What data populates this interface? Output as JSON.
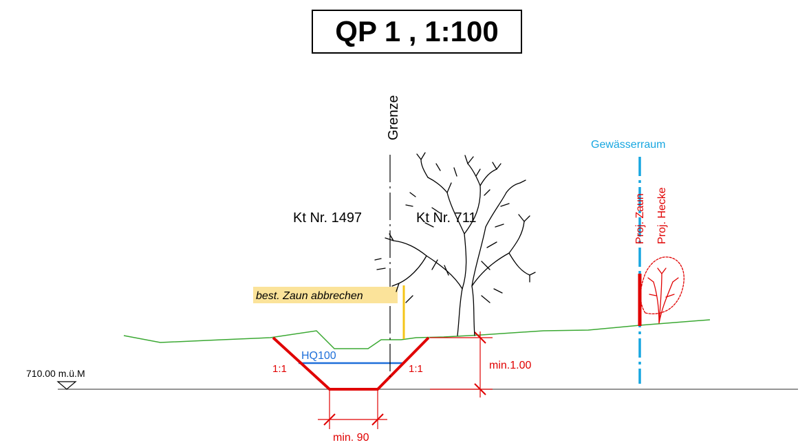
{
  "title": "QP 1 , 1:100",
  "labels": {
    "grenze": "Grenze",
    "parcel_left": "Kt Nr. 1497",
    "parcel_right": "Kt Nr. 711",
    "gewaesserraum": "Gewässerraum",
    "proj_zaun": "Proj. Zaun",
    "proj_hecke": "Proj. Hecke",
    "zaun_abbrechen": "best. Zaun abbrechen",
    "hq100": "HQ100",
    "slope_left": "1:1",
    "slope_right": "1:1",
    "min_height": "min.1.00",
    "min_width": "min. 90",
    "reference_level": "710.00 m.ü.M"
  },
  "colors": {
    "terrain": "#3aa832",
    "profile": "#e00000",
    "water": "#1e6fd9",
    "gewaesserraum": "#16a6e0",
    "zaun_existing": "#f5c518",
    "note_bg": "#fbe39a",
    "line": "#000000"
  }
}
